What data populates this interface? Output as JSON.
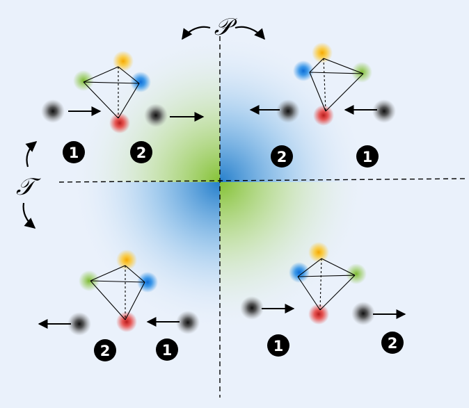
{
  "symbols": {
    "parity": "𝒫",
    "time": "𝒯"
  },
  "quadrants": {
    "top_left": {
      "badges": [
        "1",
        "2"
      ]
    },
    "top_right": {
      "badges": [
        "2",
        "1"
      ]
    },
    "bottom_left": {
      "badges": [
        "2",
        "1"
      ]
    },
    "bottom_right": {
      "badges": [
        "1",
        "2"
      ]
    }
  },
  "colors": {
    "background": "#eaf1fb",
    "green_glow": "#7fbf2a",
    "blue_glow": "#1a78c8",
    "yellow_atom": "#f5b800",
    "green_atom": "#8cc63f",
    "blue_atom": "#1e88e5",
    "red_atom": "#e53935",
    "particle": "#222222",
    "arrow": "#000000"
  }
}
